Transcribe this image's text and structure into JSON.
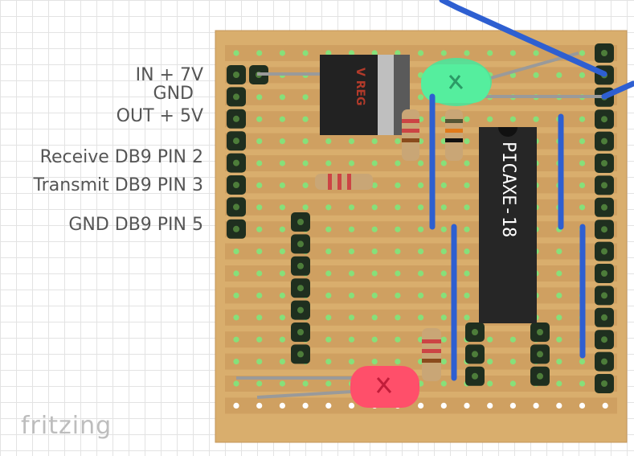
{
  "labels": {
    "in_7v": "IN + 7V",
    "gnd": "GND",
    "out_5v": "OUT + 5V",
    "receive": "Receive DB9 PIN 2",
    "transmit": "Transmit DB9 PIN 3",
    "gnd_db9": "GND DB9 PIN 5"
  },
  "components": {
    "regulator_text": "V REG",
    "chip_text": "PICAXE-18"
  },
  "watermark": "fritzing",
  "colors": {
    "board": "#d9ae6d",
    "strip": "#c89a57",
    "hole": "#86e07a",
    "wire": "#2e5fd1",
    "header": "#1f2f1f",
    "chip": "#262626",
    "led_green": "#4be39a",
    "led_red": "#ff4f6a"
  }
}
